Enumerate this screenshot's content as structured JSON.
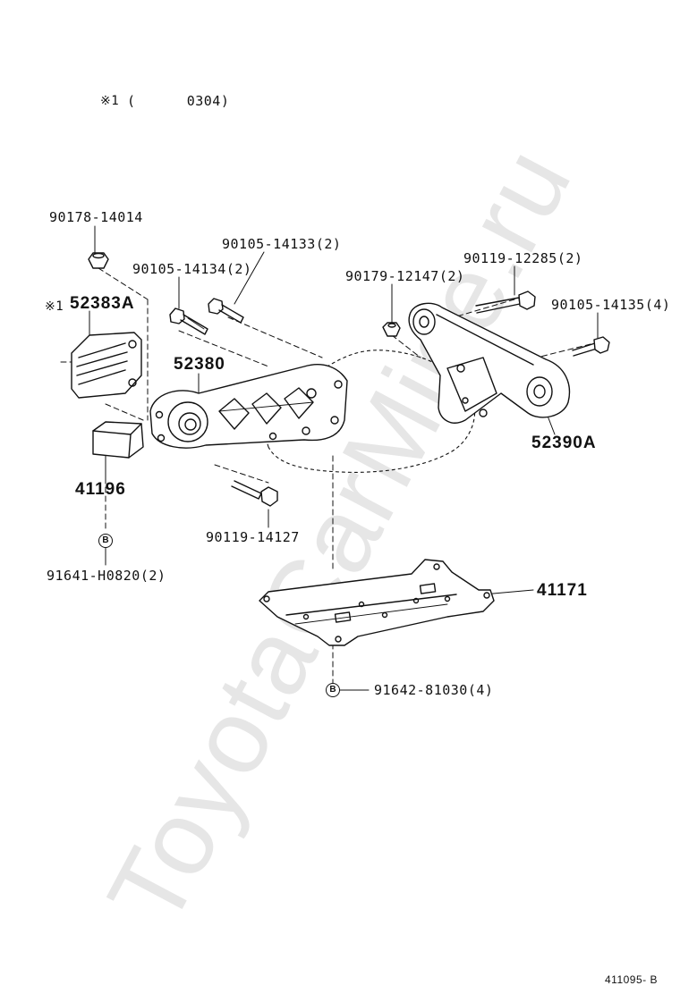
{
  "watermark": "ToyotaCarMine.ru",
  "note": {
    "mark": "※1",
    "range": "(      0304)"
  },
  "footer_code": "411095- B",
  "callouts": {
    "bolt_52383_note": "※1",
    "b_marker": "B"
  },
  "parts": [
    {
      "id": "p1",
      "text": "90178-14014"
    },
    {
      "id": "p2",
      "text": "90105-14133(2)"
    },
    {
      "id": "p3",
      "text": "90105-14134(2)"
    },
    {
      "id": "p4",
      "text": "90179-12147(2)"
    },
    {
      "id": "p5",
      "text": "90119-12285(2)"
    },
    {
      "id": "p6",
      "text": "90105-14135(4)"
    },
    {
      "id": "p7",
      "text": "52383A"
    },
    {
      "id": "p8",
      "text": "52380"
    },
    {
      "id": "p9",
      "text": "52390A"
    },
    {
      "id": "p10",
      "text": "41196"
    },
    {
      "id": "p11",
      "text": "90119-14127"
    },
    {
      "id": "p12",
      "text": "91641-H0820(2)"
    },
    {
      "id": "p13",
      "text": "41171"
    },
    {
      "id": "p14",
      "text": "91642-81030(4)"
    }
  ]
}
